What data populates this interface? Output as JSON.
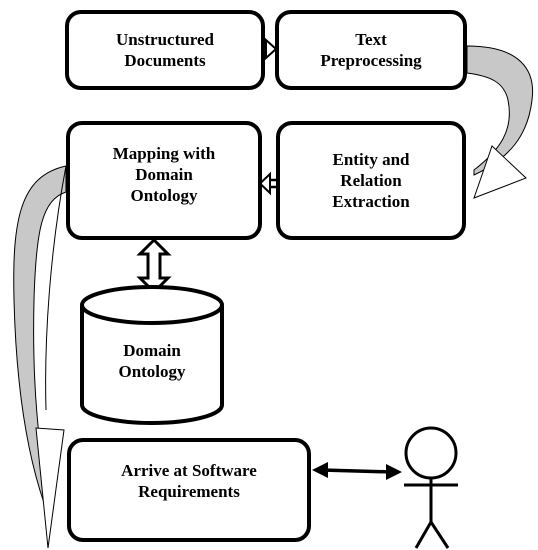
{
  "diagram": {
    "nodes": {
      "unstructured_documents": "Unstructured\nDocuments",
      "text_preprocessing": "Text\nPreprocessing",
      "mapping_domain_ontology": "Mapping with\nDomain\nOntology",
      "entity_relation_extraction": "Entity and\nRelation\nExtraction",
      "domain_ontology_store": "Domain\nOntology",
      "software_requirements": "Arrive at Software\nRequirements"
    },
    "actor": "stick-figure-user",
    "edges": [
      {
        "from": "unstructured_documents",
        "to": "text_preprocessing",
        "style": "double-line-arrow"
      },
      {
        "from": "text_preprocessing",
        "to": "entity_relation_extraction",
        "style": "curved-block-arrow"
      },
      {
        "from": "entity_relation_extraction",
        "to": "mapping_domain_ontology",
        "style": "double-line-arrow"
      },
      {
        "from": "mapping_domain_ontology",
        "to": "domain_ontology_store",
        "style": "bidirectional-block-arrow"
      },
      {
        "from": "mapping_domain_ontology",
        "to": "software_requirements",
        "style": "curved-block-arrow"
      },
      {
        "from": "software_requirements",
        "to": "actor",
        "style": "bidirectional-line-arrow"
      }
    ],
    "colors": {
      "stroke": "#000000",
      "fill": "#ffffff",
      "curve_fill": "#c8c8c8"
    }
  }
}
